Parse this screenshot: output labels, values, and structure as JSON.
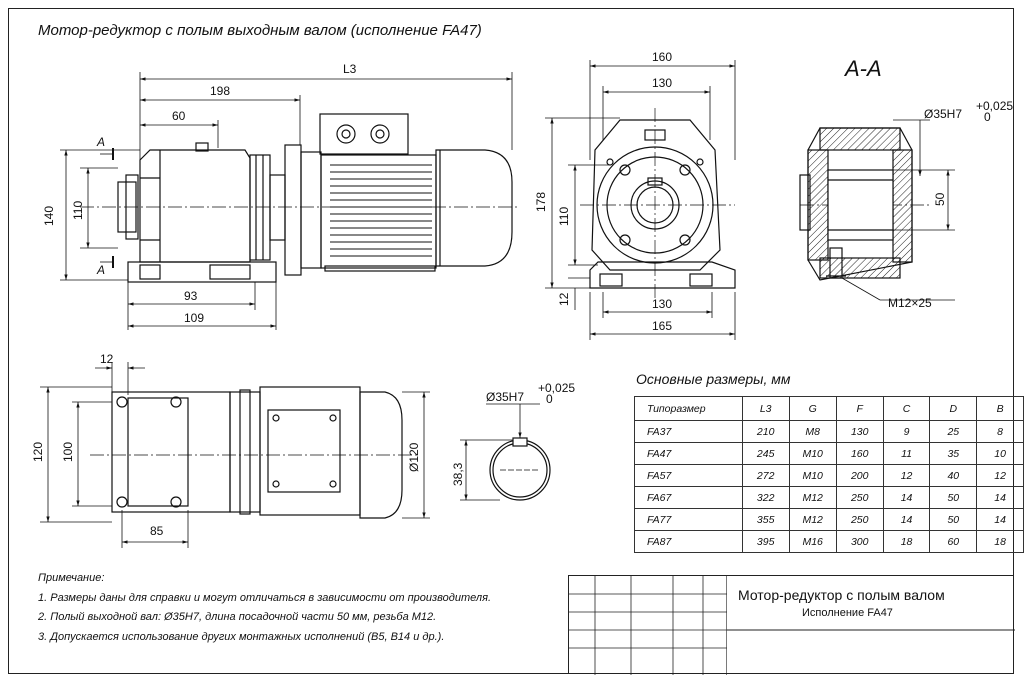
{
  "title": "Мотор-редуктор с полым выходным валом (исполнение FA47)",
  "section_label": "A-A",
  "dimensions": {
    "L3": "L3",
    "d198": "198",
    "d60": "60",
    "d140": "140",
    "d110": "110",
    "A_top": "A",
    "A_bottom": "A",
    "d93": "93",
    "d109": "109",
    "d160": "160",
    "d130_top": "130",
    "d178": "178",
    "d110_front": "110",
    "d12_front": "12",
    "d130_bottom": "130",
    "d165": "165",
    "bore": "Ø35H7",
    "tol_upper": "+0,025",
    "tol_lower": "0",
    "d50": "50",
    "m12": "M12×25",
    "d12_plan": "12",
    "d120_plan": "120",
    "d100_plan": "100",
    "d85": "85",
    "d120_motor": "Ø120",
    "bore2": "Ø35H7",
    "tol2_upper": "+0,025",
    "tol2_lower": "0",
    "d38": "38,3"
  },
  "table": {
    "title": "Основные размеры, мм",
    "headers": [
      "Типоразмер",
      "L3",
      "G",
      "F",
      "C",
      "D",
      "B"
    ],
    "rows": [
      [
        "FA37",
        "210",
        "M8",
        "130",
        "9",
        "25",
        "8"
      ],
      [
        "FA47",
        "245",
        "M10",
        "160",
        "11",
        "35",
        "10"
      ],
      [
        "FA57",
        "272",
        "M10",
        "200",
        "12",
        "40",
        "12"
      ],
      [
        "FA67",
        "322",
        "M12",
        "250",
        "14",
        "50",
        "14"
      ],
      [
        "FA77",
        "355",
        "M12",
        "250",
        "14",
        "50",
        "14"
      ],
      [
        "FA87",
        "395",
        "M16",
        "300",
        "18",
        "60",
        "18"
      ]
    ]
  },
  "notes": {
    "heading": "Примечание:",
    "items": [
      "1. Размеры даны для справки и могут отличаться в зависимости от производителя.",
      "2. Полый выходной вал: Ø35H7, длина посадочной части 50 мм, резьба M12.",
      "3. Допускается использование других монтажных исполнений (B5, B14 и др.)."
    ]
  },
  "title_block": {
    "title": "Мотор-редуктор с полым валом",
    "subtitle": "Исполнение FA47"
  }
}
